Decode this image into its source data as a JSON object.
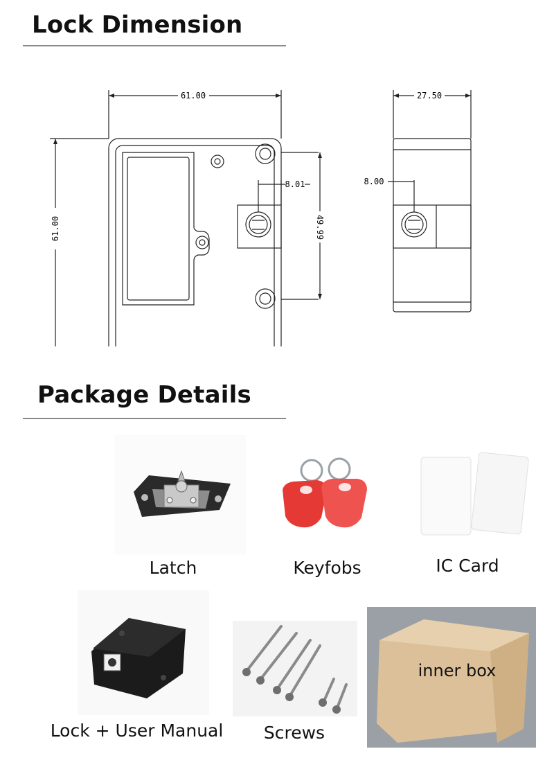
{
  "sections": {
    "dimension_title": "Lock Dimension",
    "package_title": "Package Details"
  },
  "drawing": {
    "front_width": "61.00",
    "front_height": "61.00",
    "hole_spacing": "49.99",
    "latch_offset": "8.01",
    "side_depth": "27.50",
    "side_offset": "8.00"
  },
  "package": {
    "items": [
      {
        "label": "Latch"
      },
      {
        "label": "Keyfobs"
      },
      {
        "label": "IC Card"
      },
      {
        "label": "Lock + User Manual"
      },
      {
        "label": "Screws"
      },
      {
        "label": "inner box"
      }
    ]
  },
  "colors": {
    "keyfob_red": "#e53935",
    "box_kraft": "#dcc09a",
    "lock_black": "#1b1b1b",
    "rule_gray": "#8a8a8a"
  }
}
